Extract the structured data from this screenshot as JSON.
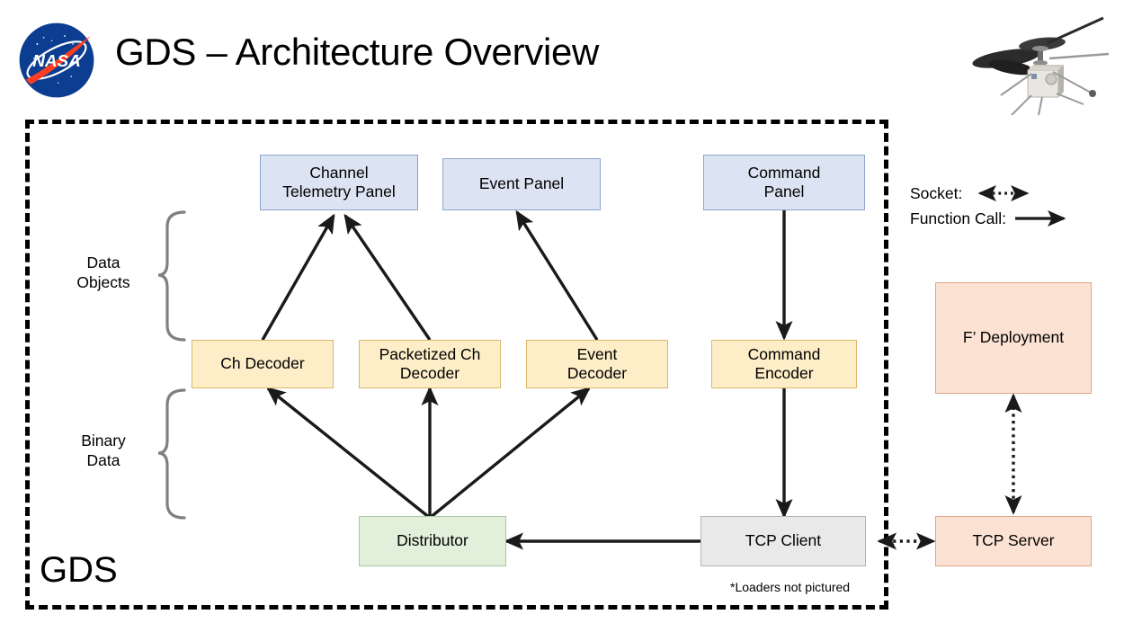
{
  "header": {
    "title": "GDS – Architecture Overview",
    "logo_name": "nasa-meatball-logo",
    "photo_name": "mars-helicopter-photo"
  },
  "boundary": {
    "label": "GDS"
  },
  "footnote": "*Loaders not pictured",
  "legend": {
    "socket_label": "Socket:",
    "function_call_label": "Function Call:"
  },
  "braces": [
    {
      "label": "Data\nObjects"
    },
    {
      "label": "Binary\nData"
    }
  ],
  "nodes": {
    "channel_telemetry_panel": {
      "label": "Channel\nTelemetry Panel",
      "color": "#dce3f2"
    },
    "event_panel": {
      "label": "Event Panel",
      "color": "#dce3f2"
    },
    "command_panel": {
      "label": "Command\nPanel",
      "color": "#dce3f2"
    },
    "ch_decoder": {
      "label": "Ch Decoder",
      "color": "#fdeec8"
    },
    "packetized_ch_decoder": {
      "label": "Packetized Ch\nDecoder",
      "color": "#fdeec8"
    },
    "event_decoder": {
      "label": "Event\nDecoder",
      "color": "#fdeec8"
    },
    "command_encoder": {
      "label": "Command\nEncoder",
      "color": "#fdeec8"
    },
    "distributor": {
      "label": "Distributor",
      "color": "#e2efda"
    },
    "tcp_client": {
      "label": "TCP Client",
      "color": "#e9e9e9"
    },
    "tcp_server": {
      "label": "TCP Server",
      "color": "#fbe2d3"
    },
    "fprime_deployment": {
      "label": "F’ Deployment",
      "color": "#fbe2d3"
    }
  },
  "edges": [
    {
      "from": "ch_decoder",
      "to": "channel_telemetry_panel",
      "type": "function-call"
    },
    {
      "from": "packetized_ch_decoder",
      "to": "channel_telemetry_panel",
      "type": "function-call"
    },
    {
      "from": "event_decoder",
      "to": "event_panel",
      "type": "function-call"
    },
    {
      "from": "distributor",
      "to": "ch_decoder",
      "type": "function-call"
    },
    {
      "from": "distributor",
      "to": "packetized_ch_decoder",
      "type": "function-call"
    },
    {
      "from": "distributor",
      "to": "event_decoder",
      "type": "function-call"
    },
    {
      "from": "command_panel",
      "to": "command_encoder",
      "type": "function-call"
    },
    {
      "from": "command_encoder",
      "to": "tcp_client",
      "type": "function-call"
    },
    {
      "from": "tcp_client",
      "to": "distributor",
      "type": "function-call"
    },
    {
      "from": "tcp_client",
      "to": "tcp_server",
      "type": "socket"
    },
    {
      "from": "tcp_server",
      "to": "fprime_deployment",
      "type": "socket"
    }
  ],
  "colors": {
    "panel_blue": "#dce3f2",
    "decoder_yellow": "#fdeec8",
    "distributor_green": "#e2efda",
    "client_gray": "#e9e9e9",
    "server_pink": "#fbe2d3",
    "arrow_black": "#1a1a1a",
    "brace_gray": "#808080"
  }
}
